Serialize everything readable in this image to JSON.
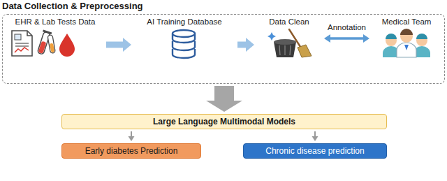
{
  "diagram": {
    "nodes": [
      {
        "text": [
          "Data Collection & Preprocessing"
        ]
      },
      {
        "text": [
          "EHR & Lab Tests Data"
        ],
        "in": 0
      },
      {
        "text": [
          "AI Training Database"
        ],
        "in": 0
      },
      {
        "text": [
          "Data Clean"
        ],
        "in": 0
      },
      {
        "text": [
          "Medical Team"
        ],
        "in": 0
      },
      {
        "text": [
          "Large Language Multimodal Models"
        ]
      },
      {
        "text": [
          "Early diabetes Prediction"
        ]
      },
      {
        "text": [
          "Chronic disease prediction"
        ]
      }
    ],
    "edges": [
      {
        "from": 1,
        "to": 2,
        "arrow": "to"
      },
      {
        "from": 2,
        "to": 3,
        "arrow": "to"
      },
      {
        "from": 3,
        "to": 4,
        "label": "Annotation",
        "arrow": "both"
      },
      {
        "from": 0,
        "to": 5,
        "arrow": "to"
      },
      {
        "from": 5,
        "to": 6,
        "arrow": "to"
      },
      {
        "from": 5,
        "to": 7,
        "arrow": "to"
      }
    ]
  }
}
